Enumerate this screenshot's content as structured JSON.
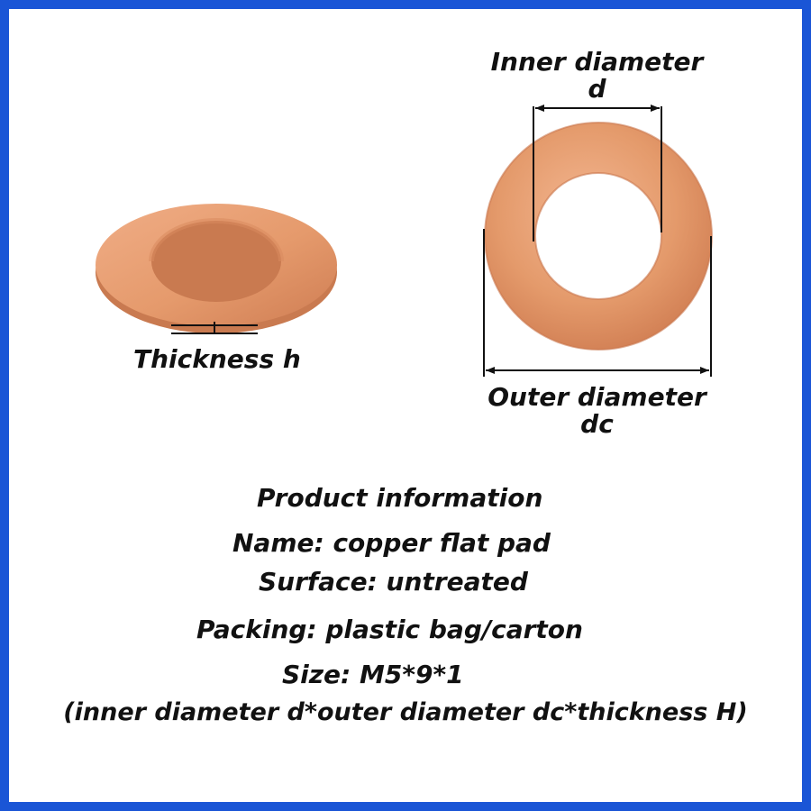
{
  "diagram": {
    "thickness_label": "Thickness h",
    "inner_diameter_label": "Inner diameter",
    "inner_diameter_symbol": "d",
    "outer_diameter_label": "Outer diameter",
    "outer_diameter_symbol": "dc"
  },
  "info": {
    "heading": "Product information",
    "name": "Name: copper flat pad",
    "surface": "Surface: untreated",
    "packing": "Packing: plastic bag/carton",
    "size": "Size: M5*9*1",
    "size_note": "(inner diameter d*outer diameter dc*thickness H)"
  },
  "colors": {
    "border": "#1a55d6",
    "copper_light": "#f2b08a",
    "copper_mid": "#e19363",
    "copper_dark": "#c7744a",
    "text": "#111111"
  }
}
